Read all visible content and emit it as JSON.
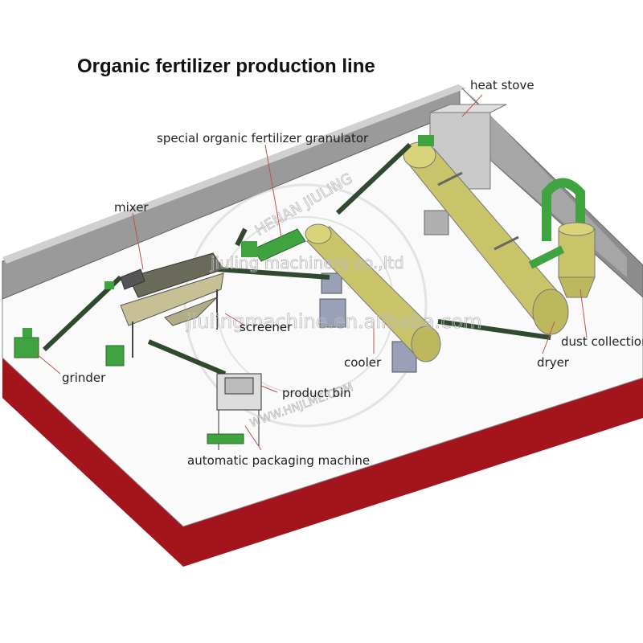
{
  "title": "Organic fertilizer production line",
  "labels": {
    "heat_stove": "heat stove",
    "granulator": "special organic fertilizer granulator",
    "mixer": "mixer",
    "grinder": "grinder",
    "screener": "screener",
    "cooler": "cooler",
    "dryer": "dryer",
    "dust_collection": "dust collection",
    "product_bin": "product bin",
    "packaging": "automatic packaging machine"
  },
  "watermarks": {
    "company": "jiuling machinery co.,ltd",
    "shop": "jiulingmachine.en.alibaba.com",
    "site": "WWW.HNJLME.COM",
    "seal": "HENAN JIULING"
  },
  "colors": {
    "wall": "#9a9a9a",
    "floor": "#ffffff",
    "base": "#a3141c",
    "drum": "#c9c46a",
    "green": "#3fa33f"
  }
}
